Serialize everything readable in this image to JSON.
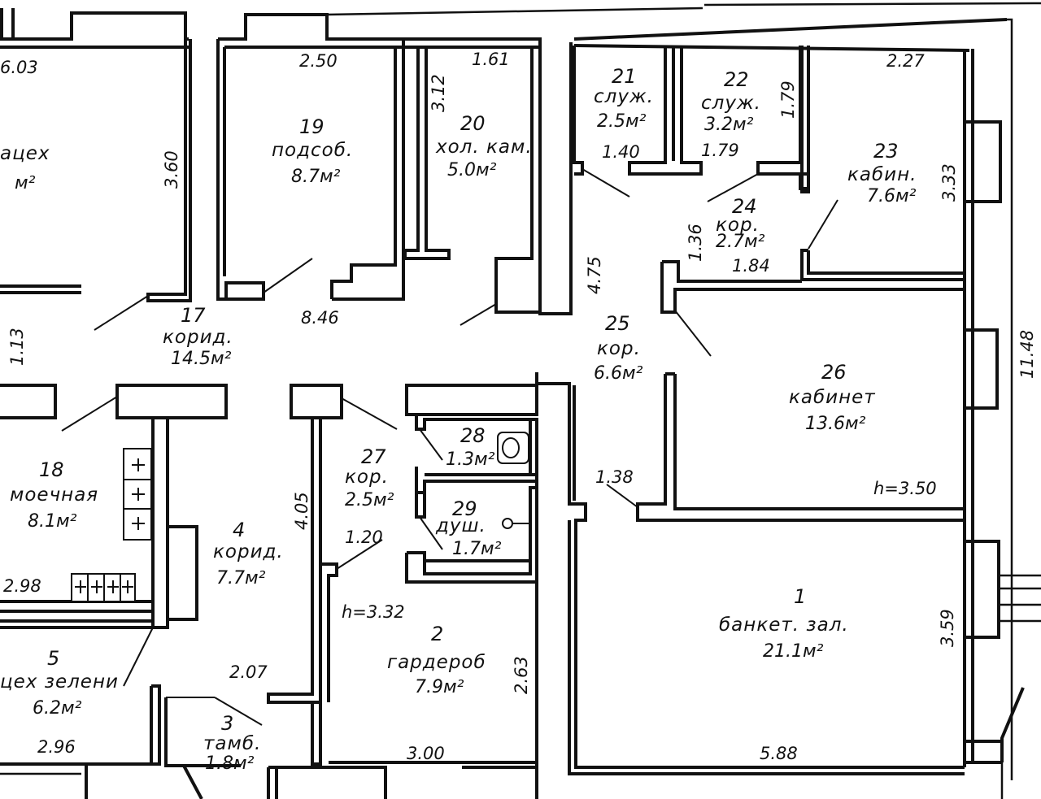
{
  "rooms": [
    {
      "id": "r16",
      "number": "",
      "name": "ацех",
      "area": "м²"
    },
    {
      "id": "r19",
      "number": "19",
      "name": "подсоб.",
      "area": "8.7м²"
    },
    {
      "id": "r20",
      "number": "20",
      "name": "хол. кам.",
      "area": "5.0м²"
    },
    {
      "id": "r21",
      "number": "21",
      "name": "служ.",
      "area": "2.5м²"
    },
    {
      "id": "r22",
      "number": "22",
      "name": "служ.",
      "area": "3.2м²"
    },
    {
      "id": "r23",
      "number": "23",
      "name": "кабин.",
      "area": "7.6м²"
    },
    {
      "id": "r24",
      "number": "24",
      "name": "кор.",
      "area": "2.7м²"
    },
    {
      "id": "r17",
      "number": "17",
      "name": "корид.",
      "area": "14.5м²"
    },
    {
      "id": "r25",
      "number": "25",
      "name": "кор.",
      "area": "6.6м²"
    },
    {
      "id": "r26",
      "number": "26",
      "name": "кабинет",
      "area": "13.6м²"
    },
    {
      "id": "r18",
      "number": "18",
      "name": "моечная",
      "area": "8.1м²"
    },
    {
      "id": "r28",
      "number": "28",
      "name": "",
      "area": "1.3м²"
    },
    {
      "id": "r27",
      "number": "27",
      "name": "кор.",
      "area": "2.5м²"
    },
    {
      "id": "r29",
      "number": "29",
      "name": "душ.",
      "area": "1.7м²"
    },
    {
      "id": "r4",
      "number": "4",
      "name": "корид.",
      "area": "7.7м²"
    },
    {
      "id": "r2",
      "number": "2",
      "name": "гардероб",
      "area": "7.9м²"
    },
    {
      "id": "r1",
      "number": "1",
      "name": "банкет. зал.",
      "area": "21.1м²"
    },
    {
      "id": "r5",
      "number": "5",
      "name": "цех зелени",
      "area": "6.2м²"
    },
    {
      "id": "r3",
      "number": "3",
      "name": "тамб.",
      "area": "1.8м²"
    }
  ],
  "dimensions": {
    "d_603": "6.03",
    "d_360": "3.60",
    "d_250": "2.50",
    "d_312": "3.12",
    "d_161": "1.61",
    "d_140": "1.40",
    "d_179a": "1.79",
    "d_179b": "1.79",
    "d_227": "2.27",
    "d_333": "3.33",
    "d_475": "4.75",
    "d_136": "1.36",
    "d_184": "1.84",
    "d_846": "8.46",
    "d_113": "1.13",
    "d_1148": "11.48",
    "d_405": "4.05",
    "d_120": "1.20",
    "d_138": "1.38",
    "d_298": "2.98",
    "d_207": "2.07",
    "d_263": "2.63",
    "d_359": "3.59",
    "d_296": "2.96",
    "d_300": "3.00",
    "d_588": "5.88"
  },
  "ceiling_heights": {
    "h1": "h=3.50",
    "h2": "h=3.32"
  }
}
